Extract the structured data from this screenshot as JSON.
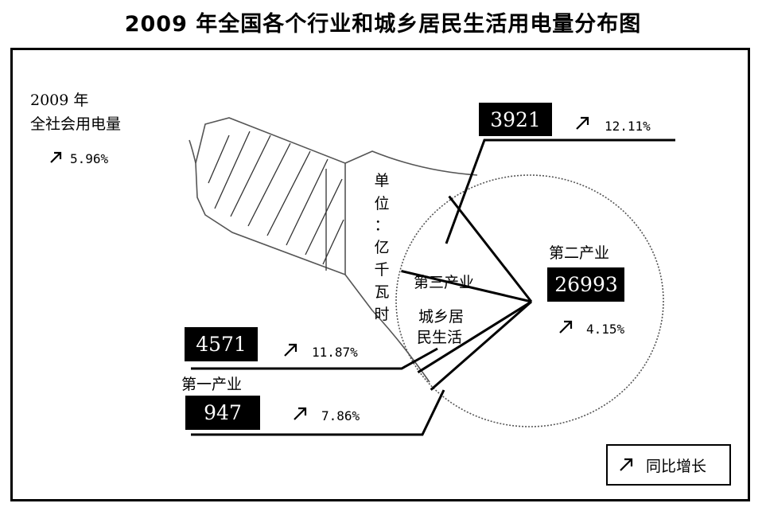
{
  "title": "2009 年全国各个行业和城乡居民生活用电量分布图",
  "unit_label": [
    "单",
    "位",
    "：",
    "亿",
    "千",
    "瓦",
    "时"
  ],
  "total": {
    "line1": "2009 年",
    "line2": "全社会用电量",
    "growth": "5.96%"
  },
  "legend": {
    "label": "同比增长",
    "icon": "up-right-arrow-icon"
  },
  "chart_data": {
    "type": "pie",
    "unit": "亿千瓦时",
    "categories": [
      "第二产业",
      "第三产业",
      "城乡居民生活",
      "第一产业"
    ],
    "values": [
      26993,
      3921,
      4571,
      947
    ],
    "growth": [
      "4.15%",
      "12.11%",
      "11.87%",
      "7.86%"
    ],
    "category_display": [
      "第二产业",
      "第三产业",
      [
        "城乡居",
        "民生活"
      ],
      "第一产业"
    ],
    "value_text": [
      "26993",
      "3921",
      "4571",
      "947"
    ]
  },
  "colors": {
    "box_fill": "#000000",
    "box_text": "#ffffff",
    "line": "#000000",
    "bulb_outline": "#555555"
  }
}
